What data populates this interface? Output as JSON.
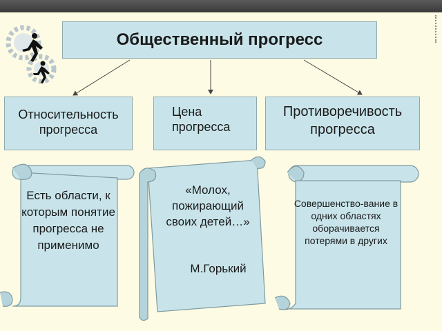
{
  "title": "Общественный прогресс",
  "branches": [
    {
      "label": "Относительность прогресса"
    },
    {
      "label": "Цена прогресса"
    },
    {
      "label": "Противоречивость прогресса"
    }
  ],
  "scrolls": [
    {
      "text": "Есть области, к которым понятие прогресса не применимо"
    },
    {
      "text": "«Молох, пожирающий своих детей…»",
      "author": "М.Горький"
    },
    {
      "text": "Совершенство-вание в одних областях оборачивается потерями в других"
    }
  ],
  "colors": {
    "box_fill": "#c8e4ea",
    "scroll_fill": "#c8e4ea",
    "background": "#fdfbe4"
  },
  "icons": {
    "logo": "runners-gears-icon"
  }
}
